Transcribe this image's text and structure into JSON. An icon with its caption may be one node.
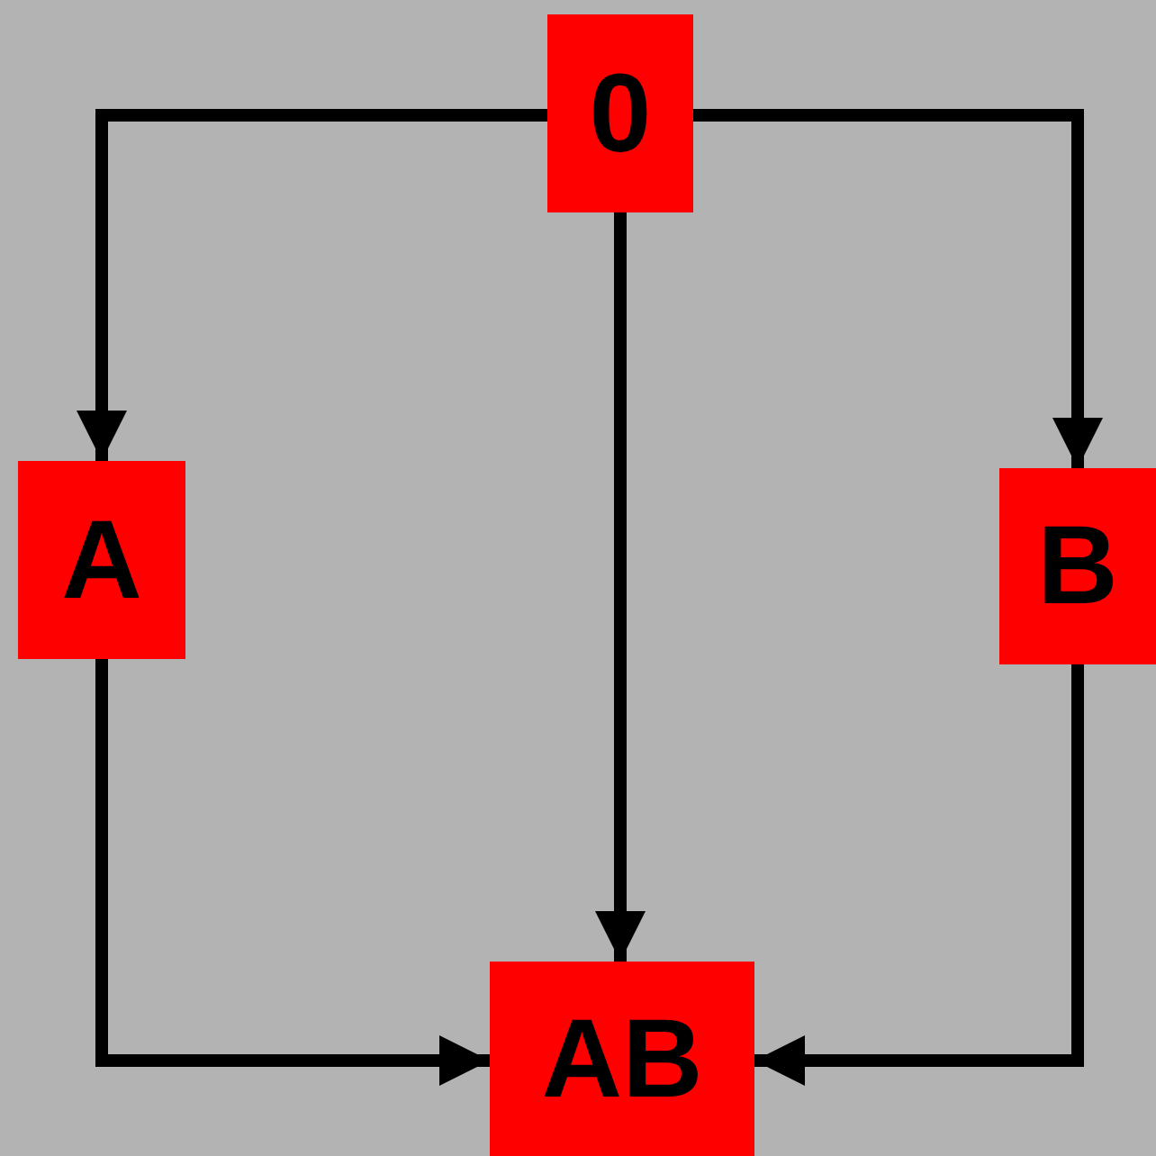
{
  "diagram": {
    "nodes": [
      {
        "text": [
          "0"
        ]
      },
      {
        "text": [
          "A"
        ]
      },
      {
        "text": [
          "B"
        ]
      },
      {
        "text": [
          "AB"
        ]
      }
    ],
    "edges": [
      {
        "from": 0,
        "to": 1,
        "arrow": "to"
      },
      {
        "from": 0,
        "to": 2,
        "arrow": "to"
      },
      {
        "from": 0,
        "to": 3,
        "arrow": "to"
      },
      {
        "from": 1,
        "to": 3,
        "arrow": "to"
      },
      {
        "from": 2,
        "to": 3,
        "arrow": "to"
      }
    ]
  }
}
